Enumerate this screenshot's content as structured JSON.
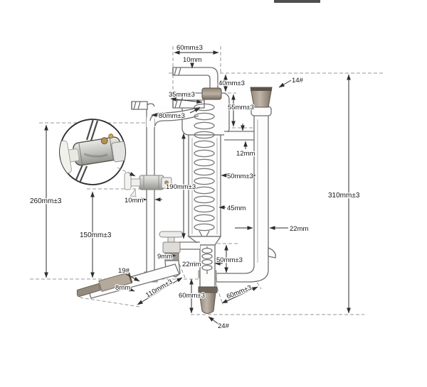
{
  "diagram": {
    "description": "Dimensional technical drawing of a glass vacuum distillation condenser apparatus with spiral cooling coil, PTFE stopcocks and ground glass joints",
    "labels": {
      "dim_top_width": "60mm±3",
      "dim_top_barb": "10mm",
      "dim_riser_height": "40mm±3",
      "joint_top_right": "14#",
      "dim_inlet_barb": "35mm±3",
      "dim_head_height": "55mm±3",
      "dim_side_arm": "80mm±3",
      "dim_connector_tube": "12mm",
      "dim_tube_gap": "50mm±3",
      "dim_overall_height": "310mm±3",
      "dim_left_height": "260mm±3",
      "dim_takeoff_drop": "190mm±3",
      "dim_left_tube_od": "10mm",
      "dim_condenser_od": "45mm",
      "dim_right_tube_od": "22mm",
      "dim_lower_left_height": "150mm±3",
      "joint_receiver": "19#",
      "dim_inner_tube": "9mm",
      "dim_lower_column_od": "22mm",
      "dim_lower_section": "50mm±3",
      "dim_receiver_tip": "8mm",
      "dim_receiver_length": "110mm±3",
      "dim_bottom_height": "60mm±3",
      "dim_bottom_arm": "60mm±3",
      "joint_bottom": "24#"
    }
  }
}
